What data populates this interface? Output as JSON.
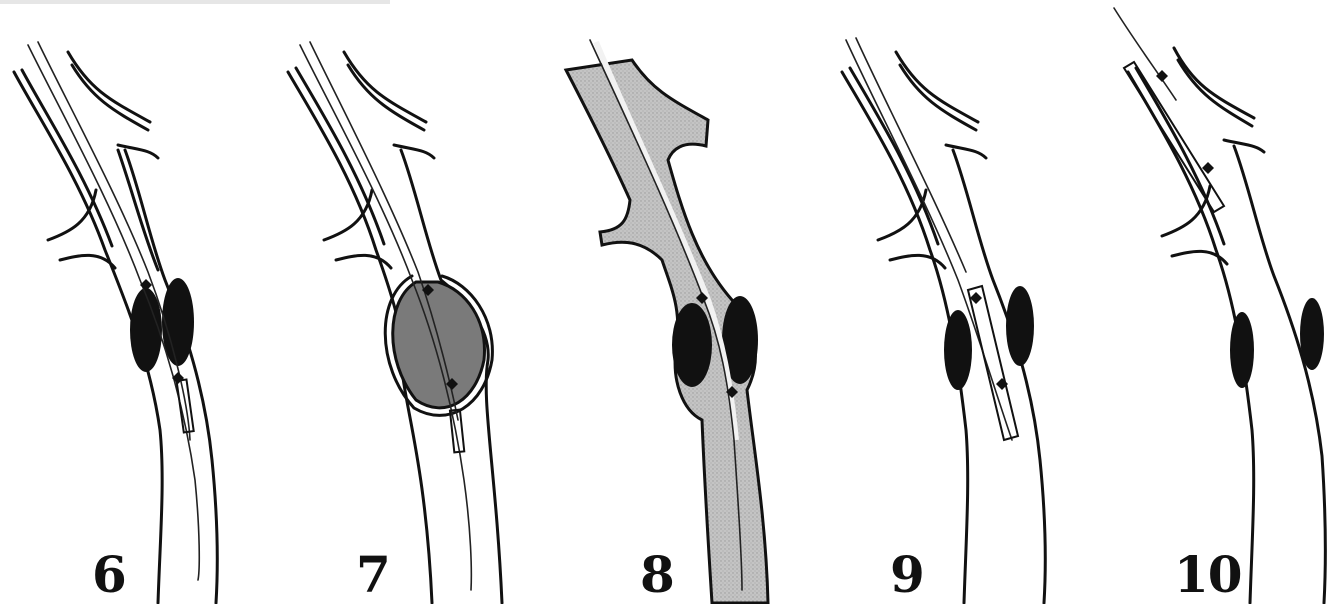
{
  "figure": {
    "steps": [
      {
        "number": "6"
      },
      {
        "number": "7"
      },
      {
        "number": "8"
      },
      {
        "number": "9"
      },
      {
        "number": "10"
      }
    ]
  },
  "colors": {
    "line": "#111111",
    "contrast_fill": "#bdbdbd",
    "background": "#ffffff"
  }
}
